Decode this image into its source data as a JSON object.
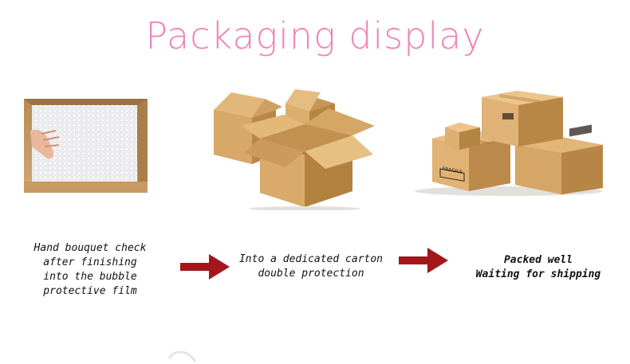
{
  "title": "Packaging display",
  "steps": [
    {
      "lines": [
        "Hand bouquet check",
        "after finishing",
        "into the bubble",
        "protective film"
      ]
    },
    {
      "lines": [
        "Into a dedicated carton",
        "double protection"
      ]
    },
    {
      "lines": [
        "Packed well",
        "Waiting for shipping"
      ]
    }
  ],
  "box_label": "FRAGILE",
  "colors": {
    "title": "#f084b4",
    "arrow": "#a3161b",
    "cardboard": "#d9a96a",
    "text": "#111111"
  },
  "icons": {
    "arrow": "right-arrow-icon"
  }
}
